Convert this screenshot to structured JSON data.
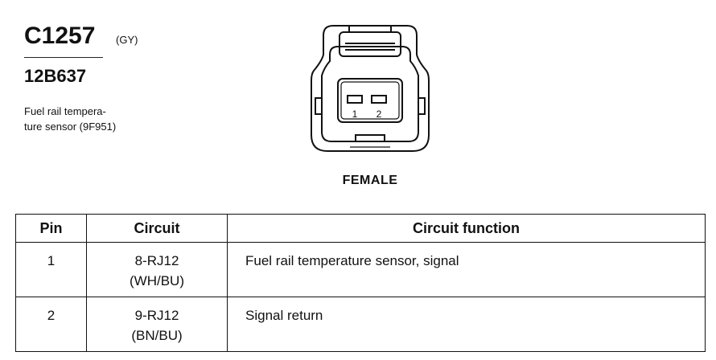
{
  "header": {
    "connector_id": "C1257",
    "color_code": "(GY)",
    "part_number": "12B637",
    "description_line1": "Fuel rail tempera-",
    "description_line2": "ture sensor (9F951)"
  },
  "connector": {
    "pin_labels": [
      "1",
      "2"
    ],
    "view_label": "FEMALE"
  },
  "table": {
    "headers": [
      "Pin",
      "Circuit",
      "Circuit function"
    ],
    "rows": [
      {
        "pin": "1",
        "circuit_line1": "8-RJ12",
        "circuit_line2": "(WH/BU)",
        "function": "Fuel rail temperature sensor, signal"
      },
      {
        "pin": "2",
        "circuit_line1": "9-RJ12",
        "circuit_line2": "(BN/BU)",
        "function": "Signal return"
      }
    ]
  }
}
